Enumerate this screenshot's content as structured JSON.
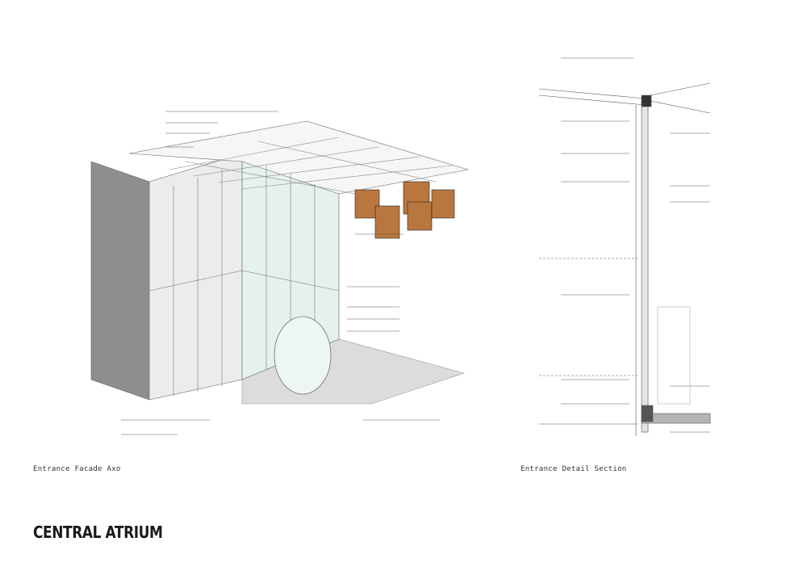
{
  "sheet": {
    "title": "CENTRAL ATRIUM"
  },
  "drawings": [
    {
      "caption": "Entrance Facade Axo"
    },
    {
      "caption": "Entrance Detail Section"
    }
  ],
  "colors": {
    "timber": "#b9773f",
    "glass": "#dff0ec",
    "linework": "#555555",
    "ground": "#d9d9d9"
  }
}
